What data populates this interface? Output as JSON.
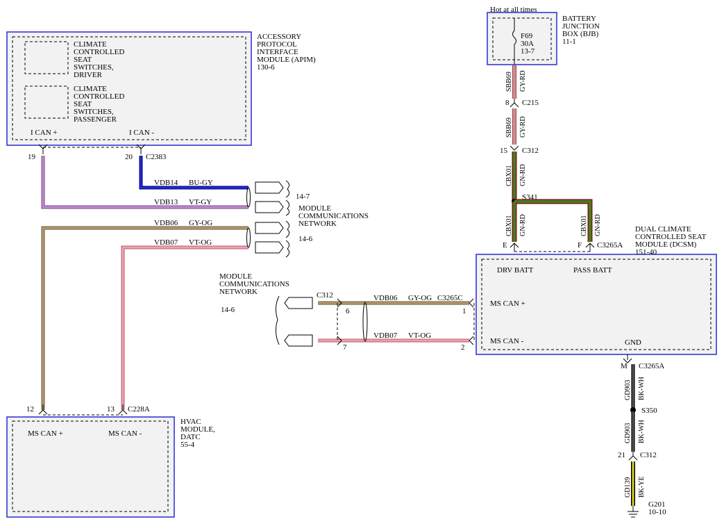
{
  "modules": {
    "apim": {
      "name_lines": [
        "ACCESSORY",
        "PROTOCOL",
        "INTERFACE",
        "MODULE (APIM)",
        "130-6"
      ],
      "sub_driver": [
        "CLIMATE",
        "CONTROLLED",
        "SEAT",
        "SWITCHES,",
        "DRIVER"
      ],
      "sub_passenger": [
        "CLIMATE",
        "CONTROLLED",
        "SEAT",
        "SWITCHES,",
        "PASSENGER"
      ],
      "pin_label_1": "I CAN +",
      "pin_label_2": "I CAN -",
      "pin_1": "19",
      "pin_2": "20",
      "connector": "C2383"
    },
    "bjb": {
      "hot_label": "Hot at all times",
      "name_lines": [
        "BATTERY",
        "JUNCTION",
        "BOX (BJB)",
        "11-1"
      ],
      "fuse_lines": [
        "F69",
        "30A",
        "13-7"
      ]
    },
    "dcsm": {
      "name_lines": [
        "DUAL CLIMATE",
        "CONTROLLED SEAT",
        "MODULE (DCSM)",
        "151-40"
      ],
      "drv_batt": "DRV BATT",
      "pass_batt": "PASS BATT",
      "ms_can_plus": "MS CAN +",
      "ms_can_minus": "MS CAN -",
      "gnd": "GND",
      "pin_e": "E",
      "pin_f": "F",
      "connector_top": "C3265A",
      "pin_1": "1",
      "pin_2": "2",
      "connector_can": "C3265C",
      "pin_m": "M",
      "connector_bottom": "C3265A"
    },
    "hvac": {
      "name_lines": [
        "HVAC",
        "MODULE,",
        "DATC",
        "55-4"
      ],
      "pin_label_1": "MS CAN +",
      "pin_label_2": "MS CAN -",
      "pin_1": "12",
      "pin_2": "13",
      "connector": "C228A"
    }
  },
  "wires": {
    "vdb14": {
      "circuit": "VDB14",
      "color": "BU-GY"
    },
    "vdb13": {
      "circuit": "VDB13",
      "color": "VT-GY"
    },
    "vdb06": {
      "circuit": "VDB06",
      "color": "GY-OG"
    },
    "vdb07": {
      "circuit": "VDB07",
      "color": "VT-OG"
    },
    "vdb06_mid": {
      "circuit": "VDB06",
      "color": "GY-OG"
    },
    "vdb07_mid": {
      "circuit": "VDB07",
      "color": "VT-OG"
    },
    "sbb69_a": {
      "circuit": "SBB69",
      "color": "GY-RD"
    },
    "sbb69_b": {
      "circuit": "SBB69",
      "color": "GY-RD"
    },
    "cbx01_a": {
      "circuit": "CBX01",
      "color": "GN-RD"
    },
    "cbx01_b": {
      "circuit": "CBX01",
      "color": "GN-RD"
    },
    "cbx01_c": {
      "circuit": "CBX01",
      "color": "GN-RD"
    },
    "gd903_a": {
      "circuit": "GD903",
      "color": "BK-WH"
    },
    "gd903_b": {
      "circuit": "GD903",
      "color": "BK-WH"
    },
    "gd139": {
      "circuit": "GD139",
      "color": "BK-YE"
    }
  },
  "connectors": {
    "c215": {
      "pin": "8",
      "name": "C215"
    },
    "c312_top": {
      "pin": "15",
      "name": "C312"
    },
    "s341": "S341",
    "c312_mid": {
      "name": "C312",
      "pin_6": "6",
      "pin_7": "7"
    },
    "s350": "S350",
    "c312_bottom": {
      "pin": "21",
      "name": "C312"
    },
    "g201": {
      "name": "G201",
      "ref": "10-10"
    }
  },
  "network_right": {
    "lines": [
      "MODULE",
      "COMMUNICATIONS",
      "NETWORK"
    ],
    "ref_top": "14-7",
    "ref_bottom": "14-6"
  },
  "network_left": {
    "lines": [
      "MODULE",
      "COMMUNICATIONS",
      "NETWORK"
    ],
    "ref": "14-6"
  },
  "colors": {
    "module_border": "#2a2ad0",
    "blue_gray": "#1f2ad6",
    "violet_gray": "#c08ad0",
    "gray_orange": "#b59a6e",
    "violet_orange": "#f0a0b0",
    "gray_red": "#d58a90",
    "green_red": "#4a7a1e",
    "black_white": "#111111",
    "black_yellow": "#d8d020"
  }
}
